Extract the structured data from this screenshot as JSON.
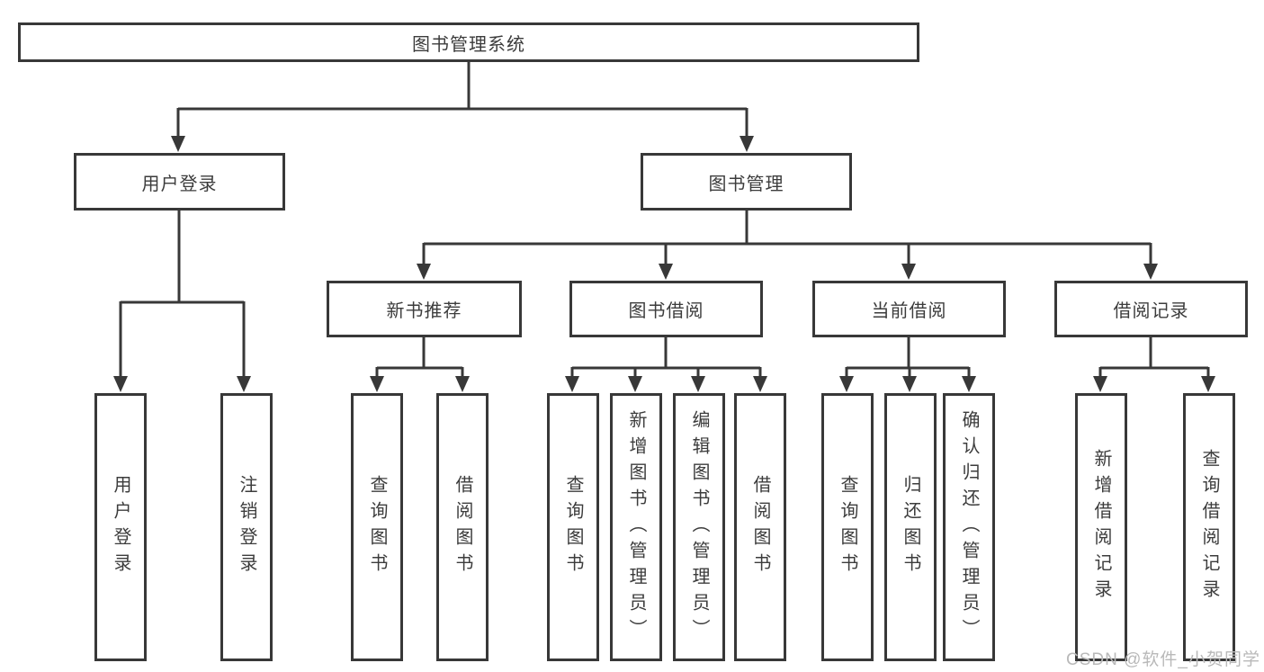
{
  "diagram": {
    "root": {
      "label": "图书管理系统"
    },
    "level2": [
      {
        "label": "用户登录"
      },
      {
        "label": "图书管理"
      }
    ],
    "level3": [
      {
        "label": "新书推荐"
      },
      {
        "label": "图书借阅"
      },
      {
        "label": "当前借阅"
      },
      {
        "label": "借阅记录"
      }
    ],
    "leaves": {
      "user": [
        "用户登录",
        "注销登录"
      ],
      "newbook": [
        "查询图书",
        "借阅图书"
      ],
      "borrow": [
        "查询图书",
        "新增图书（管理员）",
        "编辑图书（管理员）",
        "借阅图书"
      ],
      "current": [
        "查询图书",
        "归还图书",
        "确认归还（管理员）"
      ],
      "records": [
        "新增借阅记录",
        "查询借阅记录"
      ]
    }
  },
  "watermark": "CSDN @软件_小贺同学",
  "colors": {
    "line": "#383838",
    "box_border": "#383838",
    "text": "#3c3c3c",
    "watermark": "#b9b9b9",
    "background": "#ffffff"
  }
}
